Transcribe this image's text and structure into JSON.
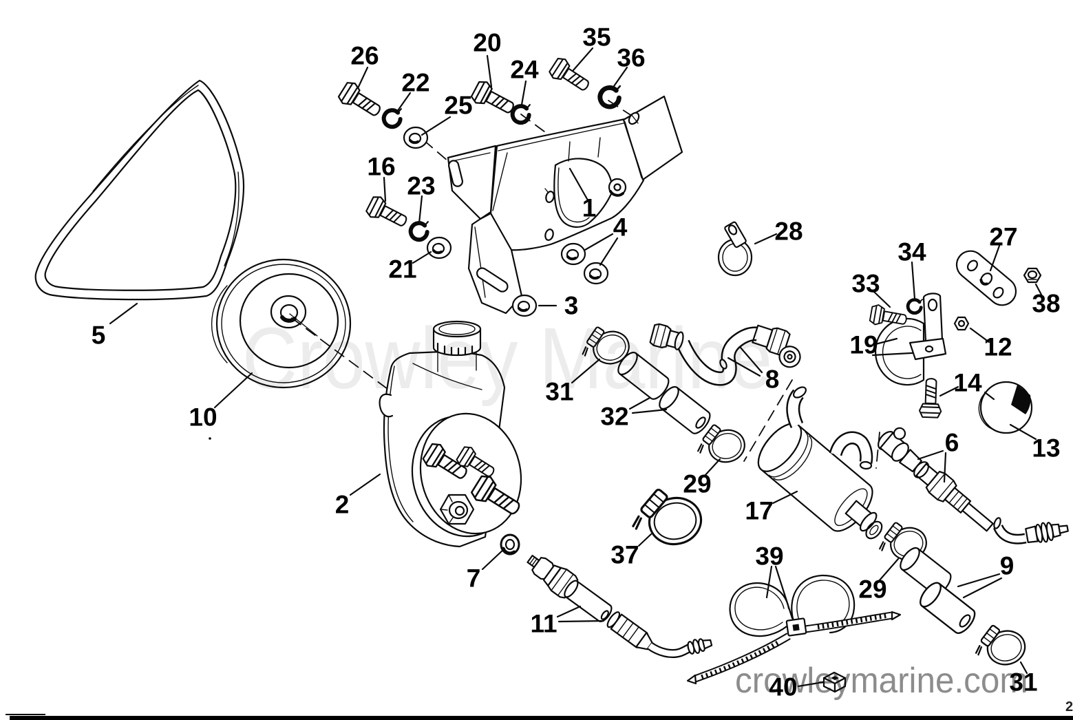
{
  "diagram": {
    "watermark_center": "Crowley Marine",
    "watermark_bottom": "crowleymarine.com",
    "edge_fragment": "2",
    "colors": {
      "line": "#0a0a0a",
      "watermark_center": "#ececec",
      "watermark_bottom": "#8c8c8c"
    }
  },
  "callouts": [
    {
      "label": "5"
    },
    {
      "label": "10"
    },
    {
      "label": "2"
    },
    {
      "label": "26"
    },
    {
      "label": "22"
    },
    {
      "label": "25"
    },
    {
      "label": "20"
    },
    {
      "label": "24"
    },
    {
      "label": "35"
    },
    {
      "label": "36"
    },
    {
      "label": "16"
    },
    {
      "label": "23"
    },
    {
      "label": "21"
    },
    {
      "label": "1"
    },
    {
      "label": "4"
    },
    {
      "label": "3"
    },
    {
      "label": "28"
    },
    {
      "label": "33"
    },
    {
      "label": "34"
    },
    {
      "label": "27"
    },
    {
      "label": "38"
    },
    {
      "label": "19"
    },
    {
      "label": "12"
    },
    {
      "label": "14"
    },
    {
      "label": "13"
    },
    {
      "label": "31"
    },
    {
      "label": "32"
    },
    {
      "label": "8"
    },
    {
      "label": "29"
    },
    {
      "label": "17"
    },
    {
      "label": "6"
    },
    {
      "label": "37"
    },
    {
      "label": "7"
    },
    {
      "label": "11"
    },
    {
      "label": "39"
    },
    {
      "label": "29"
    },
    {
      "label": "9"
    },
    {
      "label": "40"
    },
    {
      "label": "31"
    }
  ]
}
